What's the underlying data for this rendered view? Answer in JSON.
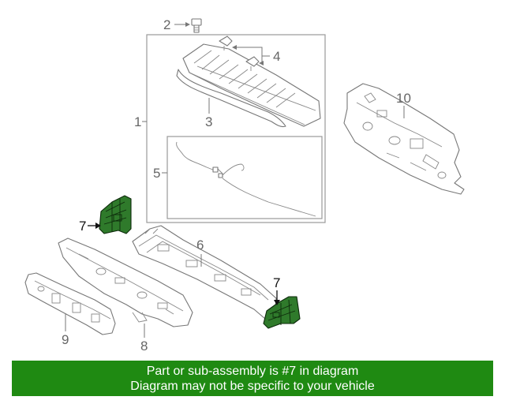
{
  "callouts": {
    "c1": "1",
    "c2": "2",
    "c3": "3",
    "c4": "4",
    "c5": "5",
    "c6": "6",
    "c7a": "7",
    "c7b": "7",
    "c8": "8",
    "c9": "9",
    "c10": "10"
  },
  "highlight_color": "#2f7a2b",
  "banner": {
    "line1": "Part or sub-assembly is #7 in diagram",
    "line2": "Diagram may not be specific to your vehicle",
    "background": "#1f8a12"
  }
}
